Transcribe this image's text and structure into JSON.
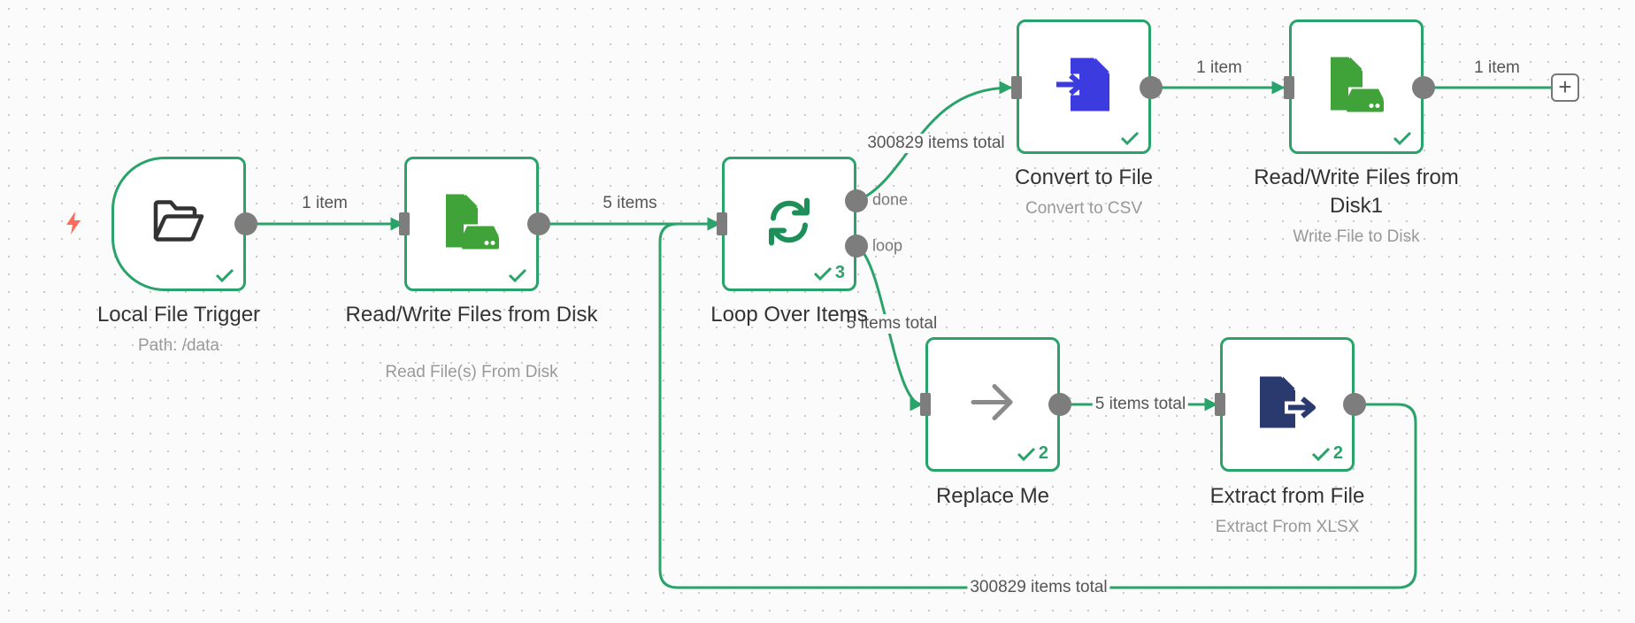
{
  "canvas": {
    "colors": {
      "connection": "#2aa36b",
      "handle": "#7d7d7d",
      "success": "#2aa36b"
    }
  },
  "nodes": {
    "local_file_trigger": {
      "title": "Local File Trigger",
      "subtitle": "Path: /data",
      "icon": "folder-open-icon"
    },
    "read_files": {
      "title": "Read/Write Files from Disk",
      "subtitle": "Read File(s) From Disk",
      "icon": "file-disk-icon"
    },
    "loop_over_items": {
      "title": "Loop Over Items",
      "subtitle": "",
      "icon": "loop-arrows-icon",
      "run_count": "3",
      "ports": {
        "done": "done",
        "loop": "loop"
      }
    },
    "convert_to_file": {
      "title": "Convert to File",
      "subtitle": "Convert to CSV",
      "icon": "file-convert-icon"
    },
    "write_files": {
      "title": "Read/Write Files from Disk1",
      "subtitle": "Write File to Disk",
      "icon": "file-disk-icon"
    },
    "replace_me": {
      "title": "Replace Me",
      "subtitle": "",
      "icon": "arrow-right-icon",
      "run_count": "2"
    },
    "extract_from_file": {
      "title": "Extract from File",
      "subtitle": "Extract From XLSX",
      "icon": "file-extract-icon",
      "run_count": "2"
    }
  },
  "edges": {
    "trigger_to_read": "1 item",
    "read_to_loop": "5 items",
    "done_to_convert": "300829 items total",
    "convert_to_write": "1 item",
    "write_out": "1 item",
    "loop_to_replace": "5 items total",
    "replace_to_extract": "5 items total",
    "extract_back_to_loop": "300829 items total"
  },
  "actions": {
    "add_node": "+"
  }
}
